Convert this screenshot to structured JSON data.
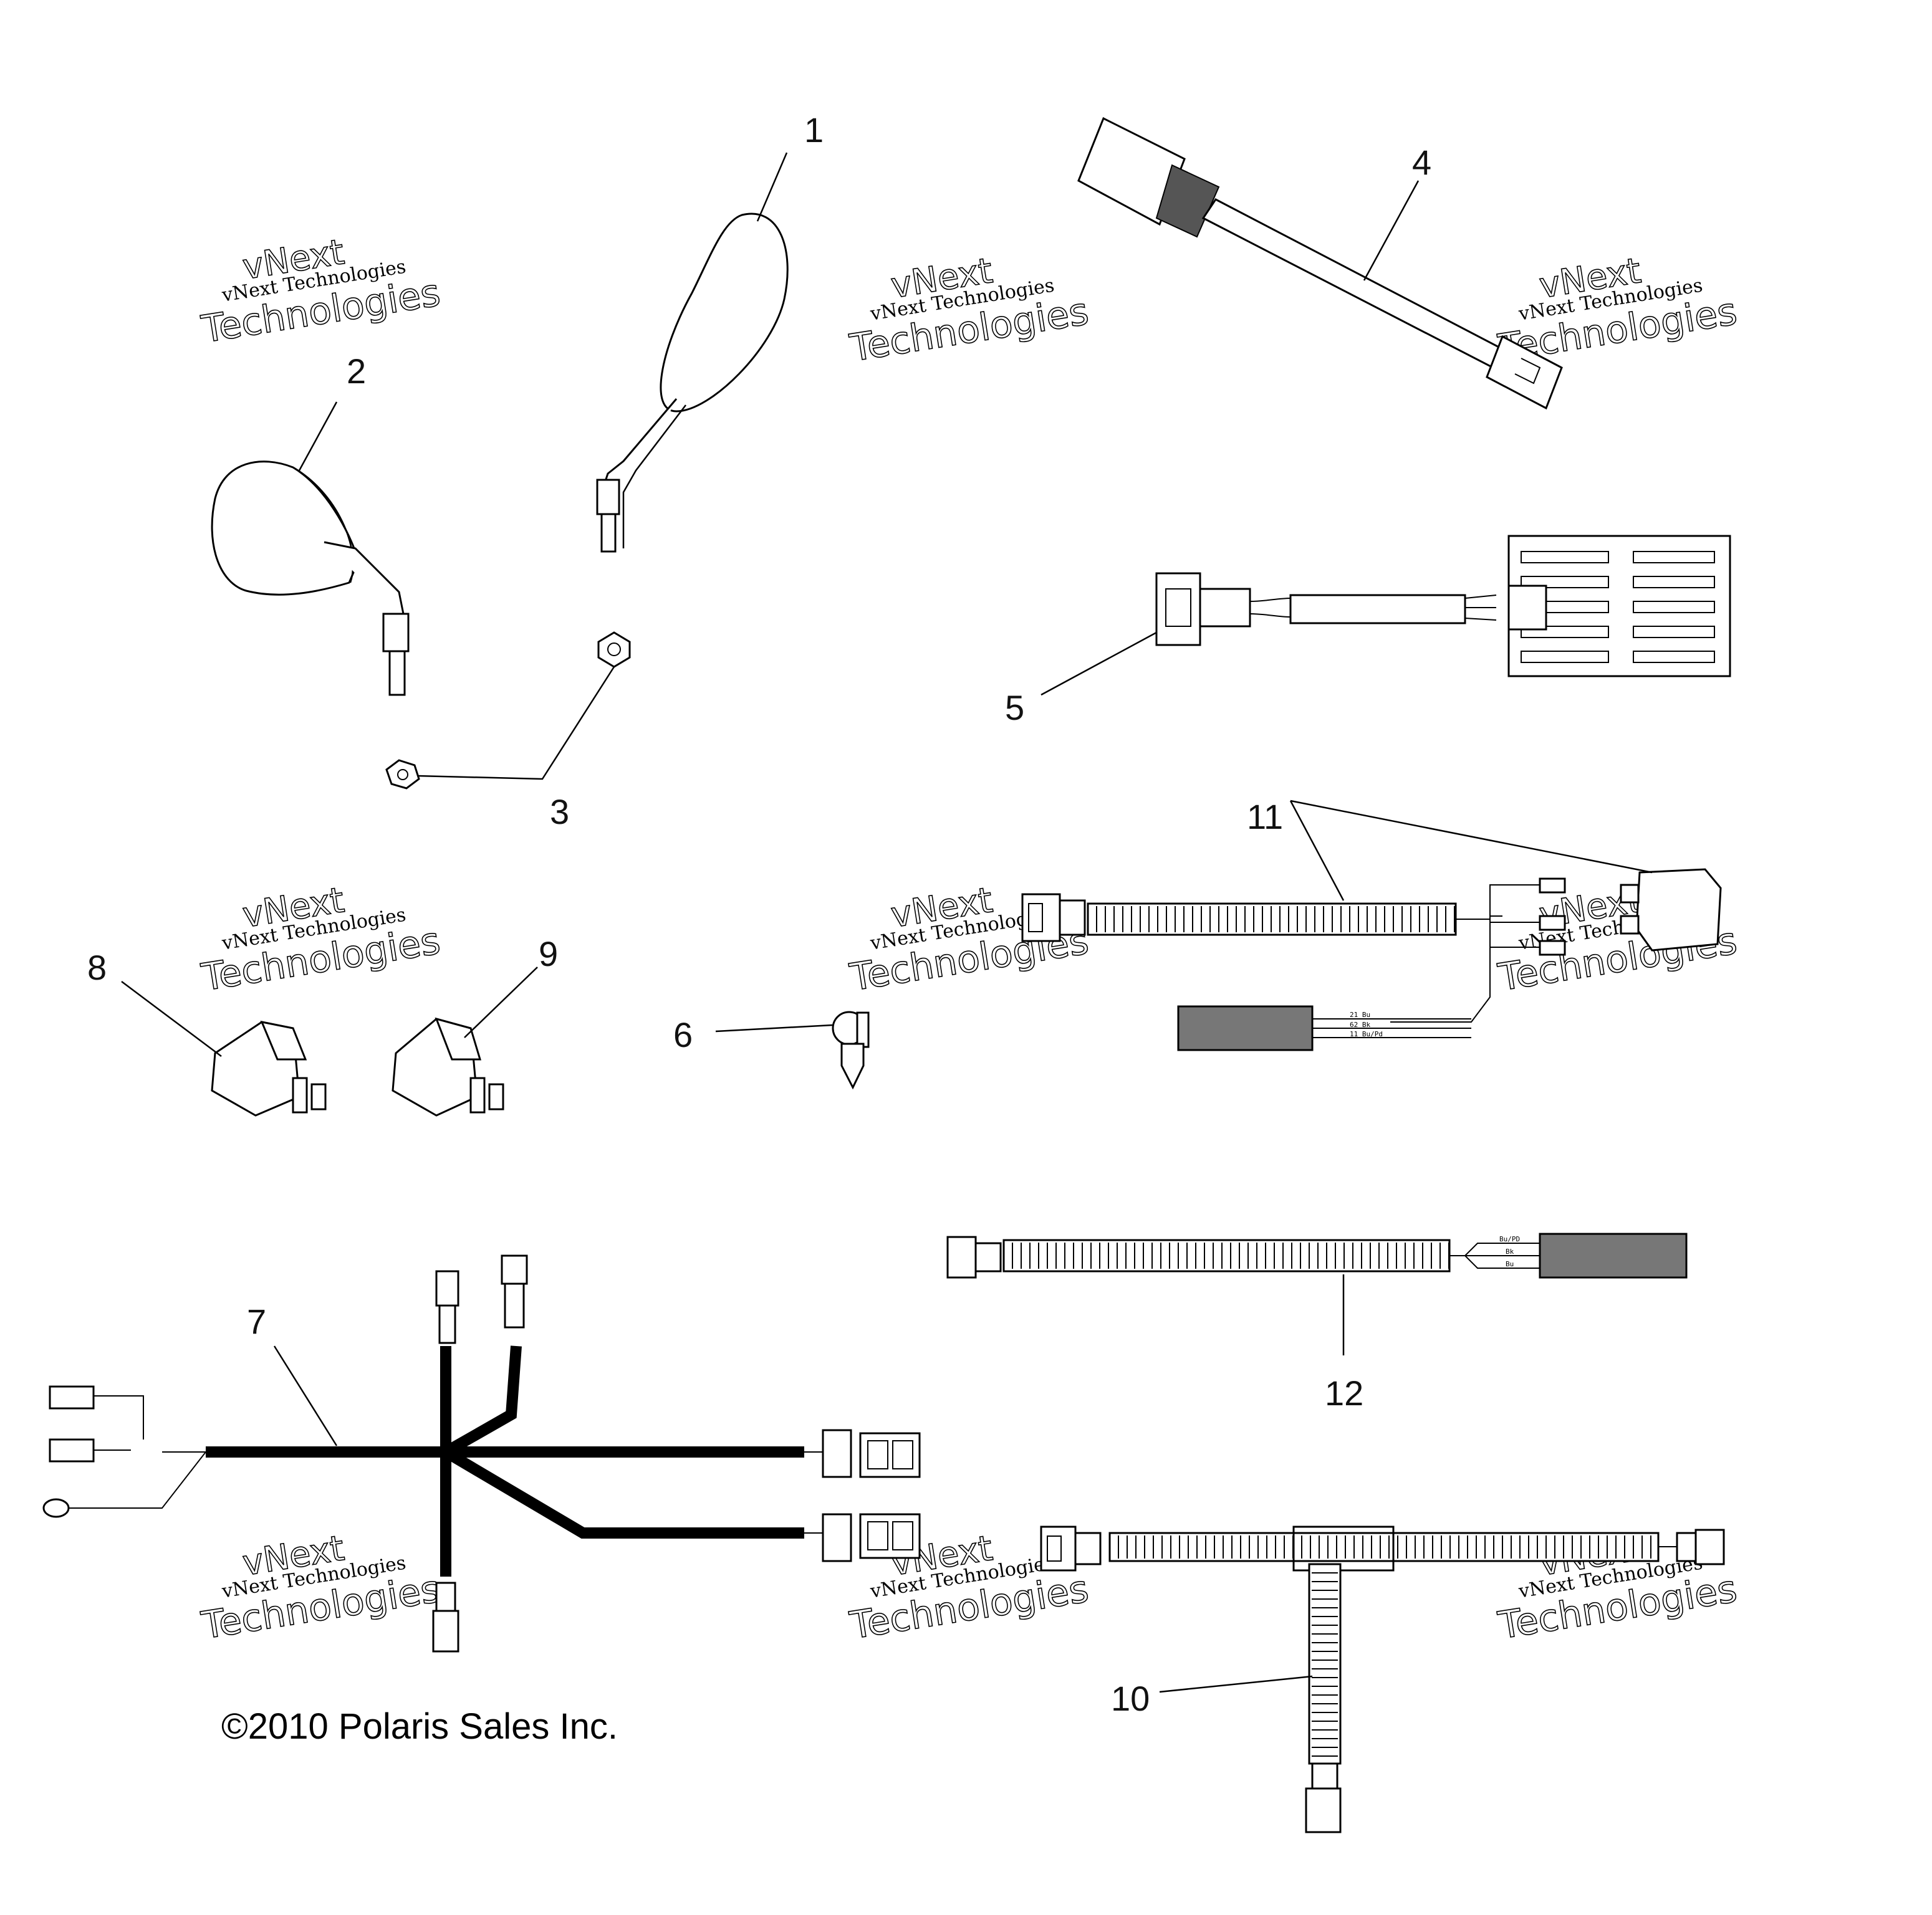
{
  "callouts": {
    "c1": "1",
    "c2": "2",
    "c3": "3",
    "c4": "4",
    "c5": "5",
    "c6": "6",
    "c7": "7",
    "c8": "8",
    "c9": "9",
    "c10": "10",
    "c11": "11",
    "c12": "12"
  },
  "watermark": {
    "brand_top": "vNext",
    "brand_line": "vNext Technologies",
    "brand_bottom": "Technologies"
  },
  "copyright": "©2010 Polaris Sales Inc.",
  "wire_labels": {
    "p11_a": "21 Bu",
    "p11_b": "62 Bk",
    "p11_c": "11 Bu/Pd",
    "p12_a": "Bu/PD",
    "p12_b": "Bk",
    "p12_c": "Bu"
  }
}
